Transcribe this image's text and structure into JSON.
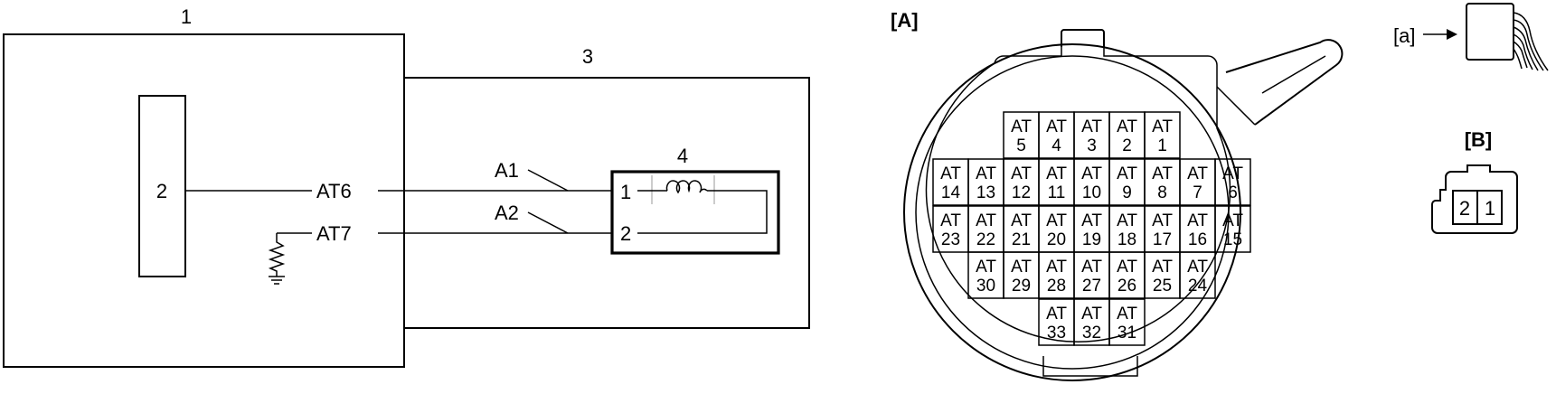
{
  "wiring": {
    "label_ecm": "1",
    "label_ecm_module": "2",
    "label_harness": "3",
    "label_solenoid": "4",
    "wire_at6": "AT6",
    "wire_at7": "AT7",
    "wire_a1": "A1",
    "wire_a2": "A2",
    "solenoid_pin1": "1",
    "solenoid_pin2": "2"
  },
  "connector_a": {
    "title": "[A]",
    "pins": [
      [
        "AT",
        "5"
      ],
      [
        "AT",
        "4"
      ],
      [
        "AT",
        "3"
      ],
      [
        "AT",
        "2"
      ],
      [
        "AT",
        "1"
      ],
      [
        "AT",
        "14"
      ],
      [
        "AT",
        "13"
      ],
      [
        "AT",
        "12"
      ],
      [
        "AT",
        "11"
      ],
      [
        "AT",
        "10"
      ],
      [
        "AT",
        "9"
      ],
      [
        "AT",
        "8"
      ],
      [
        "AT",
        "7"
      ],
      [
        "AT",
        "6"
      ],
      [
        "AT",
        "23"
      ],
      [
        "AT",
        "22"
      ],
      [
        "AT",
        "21"
      ],
      [
        "AT",
        "20"
      ],
      [
        "AT",
        "19"
      ],
      [
        "AT",
        "18"
      ],
      [
        "AT",
        "17"
      ],
      [
        "AT",
        "16"
      ],
      [
        "AT",
        "15"
      ],
      [
        "AT",
        "30"
      ],
      [
        "AT",
        "29"
      ],
      [
        "AT",
        "28"
      ],
      [
        "AT",
        "27"
      ],
      [
        "AT",
        "26"
      ],
      [
        "AT",
        "25"
      ],
      [
        "AT",
        "24"
      ],
      [
        "AT",
        "33"
      ],
      [
        "AT",
        "32"
      ],
      [
        "AT",
        "31"
      ]
    ]
  },
  "view_a": {
    "label": "[a]"
  },
  "connector_b": {
    "title": "[B]",
    "pins": [
      "2",
      "1"
    ]
  }
}
